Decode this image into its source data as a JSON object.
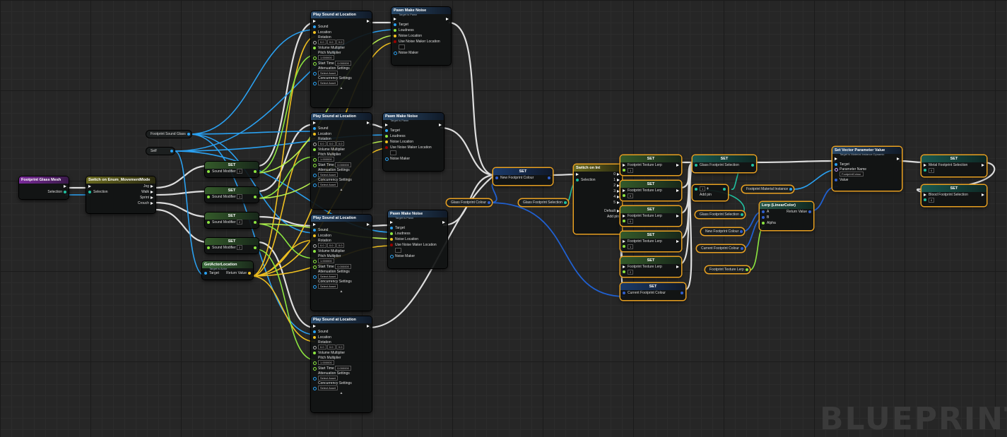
{
  "watermark": "BLUEPRINT",
  "colors": {
    "exec": "#ffffff",
    "object": "#2aa0f0",
    "float": "#8ce640",
    "vector": "#f0c020",
    "color": "#2060d0",
    "selection": "#e8a021"
  },
  "nodes": {
    "footprint_glass_mesh": {
      "title": "Footprint Glass Mesh",
      "selection": "Selection"
    },
    "switch_movement": {
      "title": "Switch on Enum_MovementMode",
      "selection": "Selection",
      "outputs": [
        "Jog",
        "Walk",
        "Sprint",
        "Crouch"
      ]
    },
    "footprint_sound_glass": "Footprint Sound Glass",
    "self": "Self",
    "set_nodes": [
      {
        "title": "SET",
        "label": "Sound Modifier",
        "value": "1"
      },
      {
        "title": "SET",
        "label": "Sound Modifier",
        "value": "1"
      },
      {
        "title": "SET",
        "label": "Sound Modifier",
        "value": "2"
      },
      {
        "title": "SET",
        "label": "Sound Modifier",
        "value": "2"
      }
    ],
    "get_actor_location": {
      "title": "GetActorLocation",
      "subtitle": "Target is Actor",
      "target": "Target",
      "return": "Return Value"
    },
    "play_sound": {
      "title": "Play Sound at Location",
      "sound": "Sound",
      "location": "Location",
      "rotation": "Rotation",
      "rot_values": [
        "0.0",
        "0.0",
        "0.0"
      ],
      "volume": "Volume Multiplier",
      "pitch": "Pitch Multiplier",
      "pitch_value": "1.000000",
      "start": "Start Time",
      "start_value": "0.000000",
      "atten": "Attenuation Settings",
      "concurrency": "Concurrency Settings",
      "select_asset": "Select Asset"
    },
    "pawn_noise": {
      "title": "Pawn Make Noise",
      "subtitle": "Target is Pawn",
      "target": "Target",
      "loudness": "Loudness",
      "noise_location": "Noise Location",
      "use_noise": "Use Noise Maker Location",
      "noise_maker": "Noise Maker"
    },
    "glass_footprint_colour": "Glass Footprint Colour",
    "set_new_footprint": {
      "title": "SET",
      "label": "New Footprint Colour"
    },
    "glass_footprint_selection": "Glass Footprint Selection",
    "switch_int": {
      "title": "Switch on Int",
      "selection": "Selection",
      "outputs": [
        "0",
        "1",
        "2",
        "3",
        "4",
        "5"
      ],
      "default": "Default",
      "add_pin": "Add pin"
    },
    "set_texture_nodes": [
      {
        "title": "SET",
        "label": "Footprint Texture Lerp",
        "value": "1"
      },
      {
        "title": "SET",
        "label": "Footprint Texture Lerp",
        "value": "0"
      },
      {
        "title": "SET",
        "label": "Footprint Texture Lerp",
        "value": "0"
      },
      {
        "title": "SET",
        "label": "Footprint Texture Lerp",
        "value": "1"
      },
      {
        "title": "SET",
        "label": "Footprint Texture Lerp",
        "value": "2"
      }
    ],
    "set_current_footprint": {
      "title": "SET",
      "label": "Current Footprint Colour"
    },
    "set_glass_selection": {
      "title": "SET",
      "label": "Glass Footprint Selection"
    },
    "plus_node": {
      "value": "1",
      "add_pin": "Add pin"
    },
    "glass_footprint_selection2": "Glass Footprint Selection",
    "new_footprint_colour": "New Footprint Colour",
    "current_footprint_colour": "Current Footprint Colour",
    "footprint_texture_lerp": "Footprint Texture Lerp",
    "footprint_material_instance": "Footprint Material Instance",
    "lerp": {
      "title": "Lerp (LinearColor)",
      "a": "A",
      "b": "B",
      "alpha": "Alpha",
      "return": "Return Value"
    },
    "set_vector_param": {
      "title": "Set Vector Parameter Value",
      "subtitle": "Target is Material Instance Dynamic",
      "target": "Target",
      "param_name": "Parameter Name",
      "param_value": "FootprintColour",
      "value": "Value"
    },
    "set_metal": {
      "title": "SET",
      "label": "Metal Footprint Selection",
      "value": "0"
    },
    "set_blood": {
      "title": "SET",
      "label": "Blood Footprint Selection",
      "value": "0"
    }
  }
}
